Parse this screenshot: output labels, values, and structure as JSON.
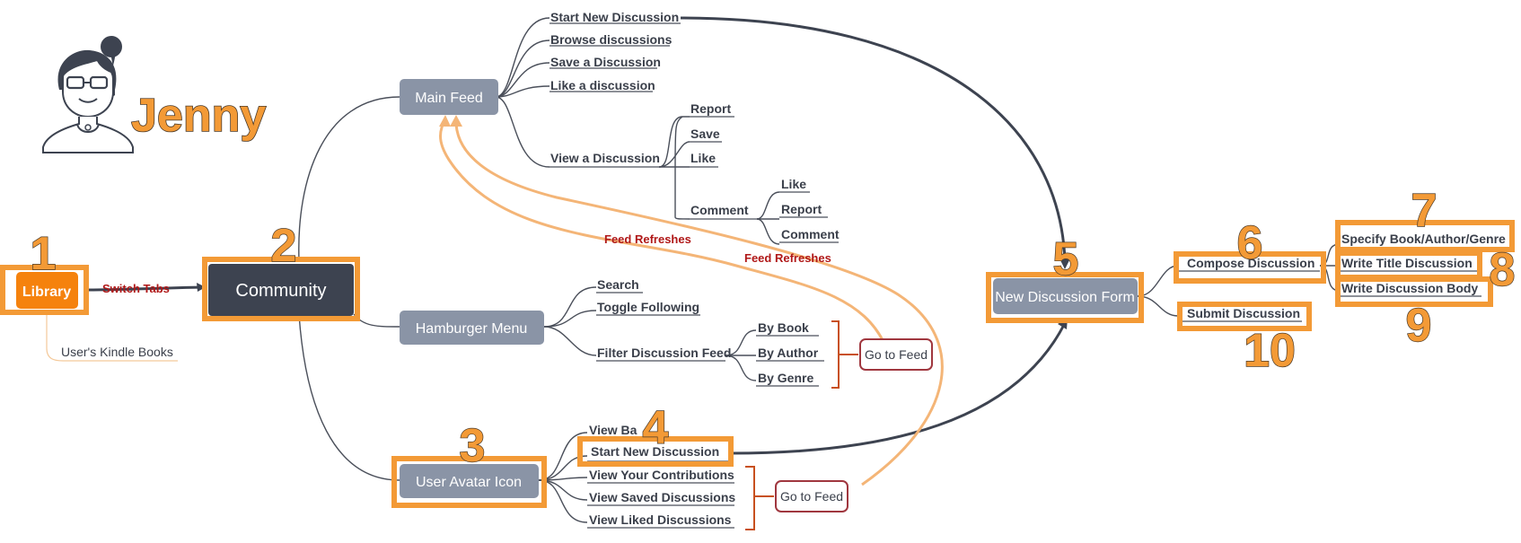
{
  "persona": {
    "name": "Jenny",
    "avatar_icon": "woman-avatar-icon"
  },
  "colors": {
    "highlight": "#f39a36",
    "node_gray": "#8a94a6",
    "node_dark": "#3d4350",
    "library": "#f5820d",
    "red_label": "#b01818",
    "orange_curve": "#f4b577"
  },
  "nodes": {
    "library": "Library",
    "community": "Community",
    "main_feed": "Main Feed",
    "hamburger_menu": "Hamburger Menu",
    "user_avatar_icon": "User Avatar Icon",
    "new_discussion_form": "New Discussion Form"
  },
  "labels": {
    "switch_tabs": "Switch Tabs",
    "users_kindle_books": "User's Kindle Books",
    "feed_refreshes_1": "Feed Refreshes",
    "feed_refreshes_2": "Feed Refreshes"
  },
  "main_feed_items": {
    "start_new": "Start New Discussion",
    "browse": "Browse discussions",
    "save": "Save a Discussion",
    "like": "Like a discussion",
    "view": "View a Discussion"
  },
  "view_items": {
    "report": "Report",
    "save": "Save",
    "like": "Like",
    "comment": "Comment"
  },
  "comment_items": {
    "like": "Like",
    "report": "Report",
    "comment": "Comment"
  },
  "hamburger_items": {
    "search": "Search",
    "toggle": "Toggle Following",
    "filter": "Filter Discussion Feed"
  },
  "filter_items": {
    "by_book": "By Book",
    "by_author": "By Author",
    "by_genre": "By Genre"
  },
  "avatar_items": {
    "view_back": "View Ba",
    "start_new": "Start New Discussion",
    "contributions": "View Your Contributions",
    "saved": "View Saved Discussions",
    "liked": "View Liked Discussions"
  },
  "go_to_feed": {
    "hamburger": "Go to Feed",
    "avatar": "Go to Feed"
  },
  "form_items": {
    "compose": "Compose Discussion",
    "submit": "Submit Discussion"
  },
  "compose_items": {
    "specify": "Specify Book/Author/Genre",
    "title": "Write Title Discussion",
    "body": "Write Discussion Body"
  },
  "step_numbers": [
    "1",
    "2",
    "3",
    "4",
    "5",
    "6",
    "7",
    "8",
    "9",
    "10"
  ]
}
